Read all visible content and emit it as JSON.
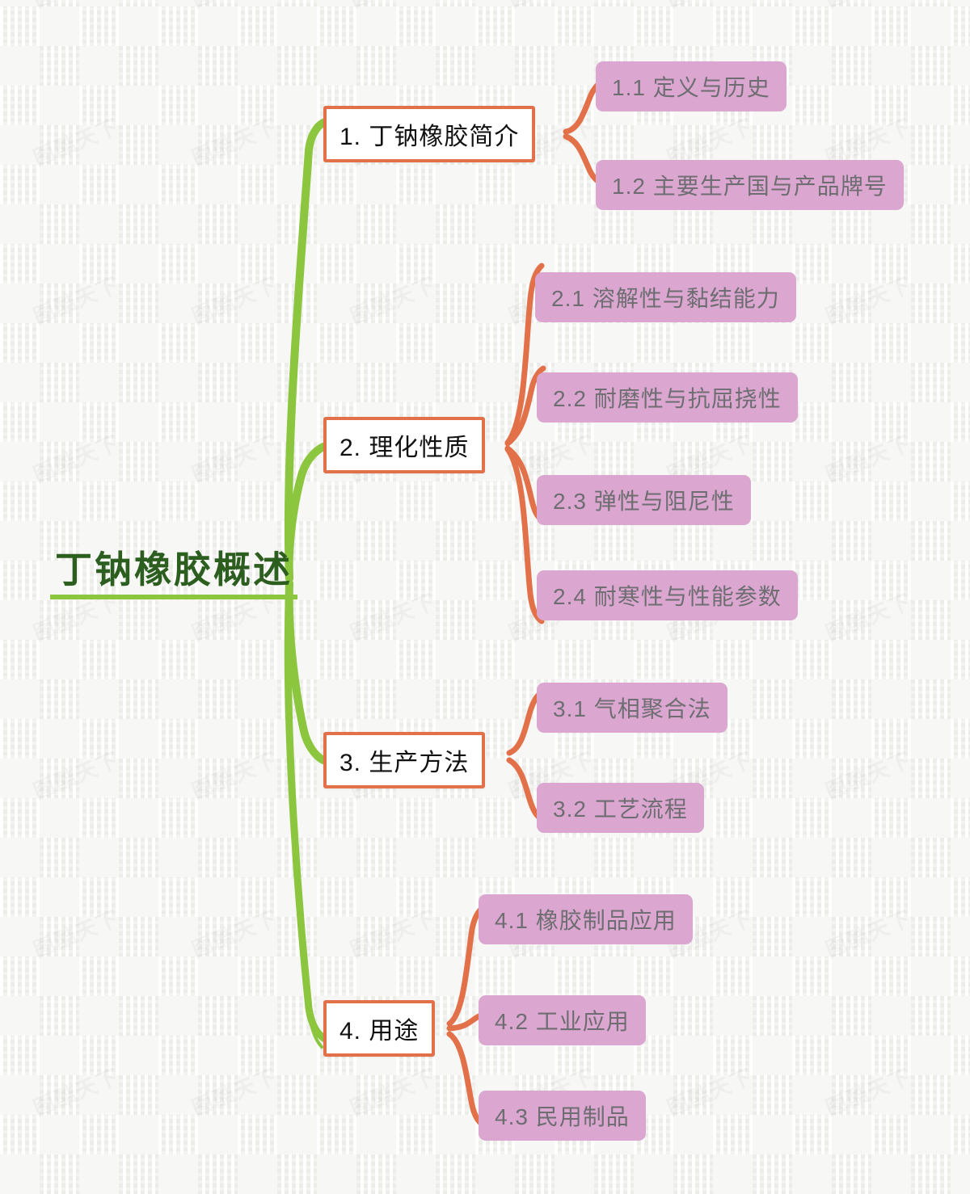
{
  "document": {
    "type": "mind-map",
    "title": "丁钠橡胶概述"
  },
  "colors": {
    "root_text": "#2c5f1f",
    "root_underline": "#8cc63f",
    "branch_line": "#8cc63f",
    "level1_border": "#e2714a",
    "level1_background": "#ffffff",
    "level1_text": "#111111",
    "level2_background": "#dba7d0",
    "level2_text": "#6e6e72",
    "level2_connector": "#e2714a",
    "page_background": "#f6f6f4"
  },
  "watermark": {
    "text": "图酷天下"
  },
  "root": {
    "label": "丁钠橡胶概述"
  },
  "branches": [
    {
      "label": "1. 丁钠橡胶简介",
      "children": [
        {
          "label": "1.1 定义与历史"
        },
        {
          "label": "1.2 主要生产国与产品牌号"
        }
      ]
    },
    {
      "label": "2. 理化性质",
      "children": [
        {
          "label": "2.1 溶解性与黏结能力"
        },
        {
          "label": "2.2 耐磨性与抗屈挠性"
        },
        {
          "label": "2.3 弹性与阻尼性"
        },
        {
          "label": "2.4 耐寒性与性能参数"
        }
      ]
    },
    {
      "label": "3. 生产方法",
      "children": [
        {
          "label": "3.1 气相聚合法"
        },
        {
          "label": "3.2 工艺流程"
        }
      ]
    },
    {
      "label": "4. 用途",
      "children": [
        {
          "label": "4.1 橡胶制品应用"
        },
        {
          "label": "4.2 工业应用"
        },
        {
          "label": "4.3 民用制品"
        }
      ]
    }
  ]
}
